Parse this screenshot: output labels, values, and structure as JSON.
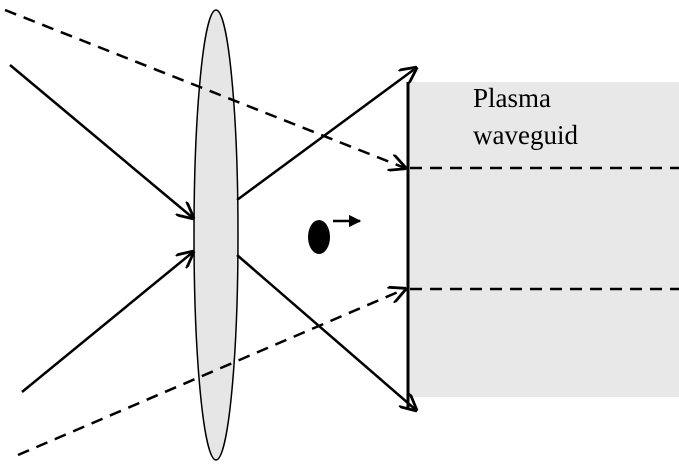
{
  "diagram": {
    "label_line1": "Plasma",
    "label_line2": "waveguid",
    "colors": {
      "waveguide_fill": "#e8e8e8",
      "lens_fill": "#e6e6e6",
      "stroke": "#000000"
    },
    "parts": [
      "lens",
      "plasma-waveguide",
      "particle",
      "solid-rays",
      "dashed-rays"
    ]
  }
}
